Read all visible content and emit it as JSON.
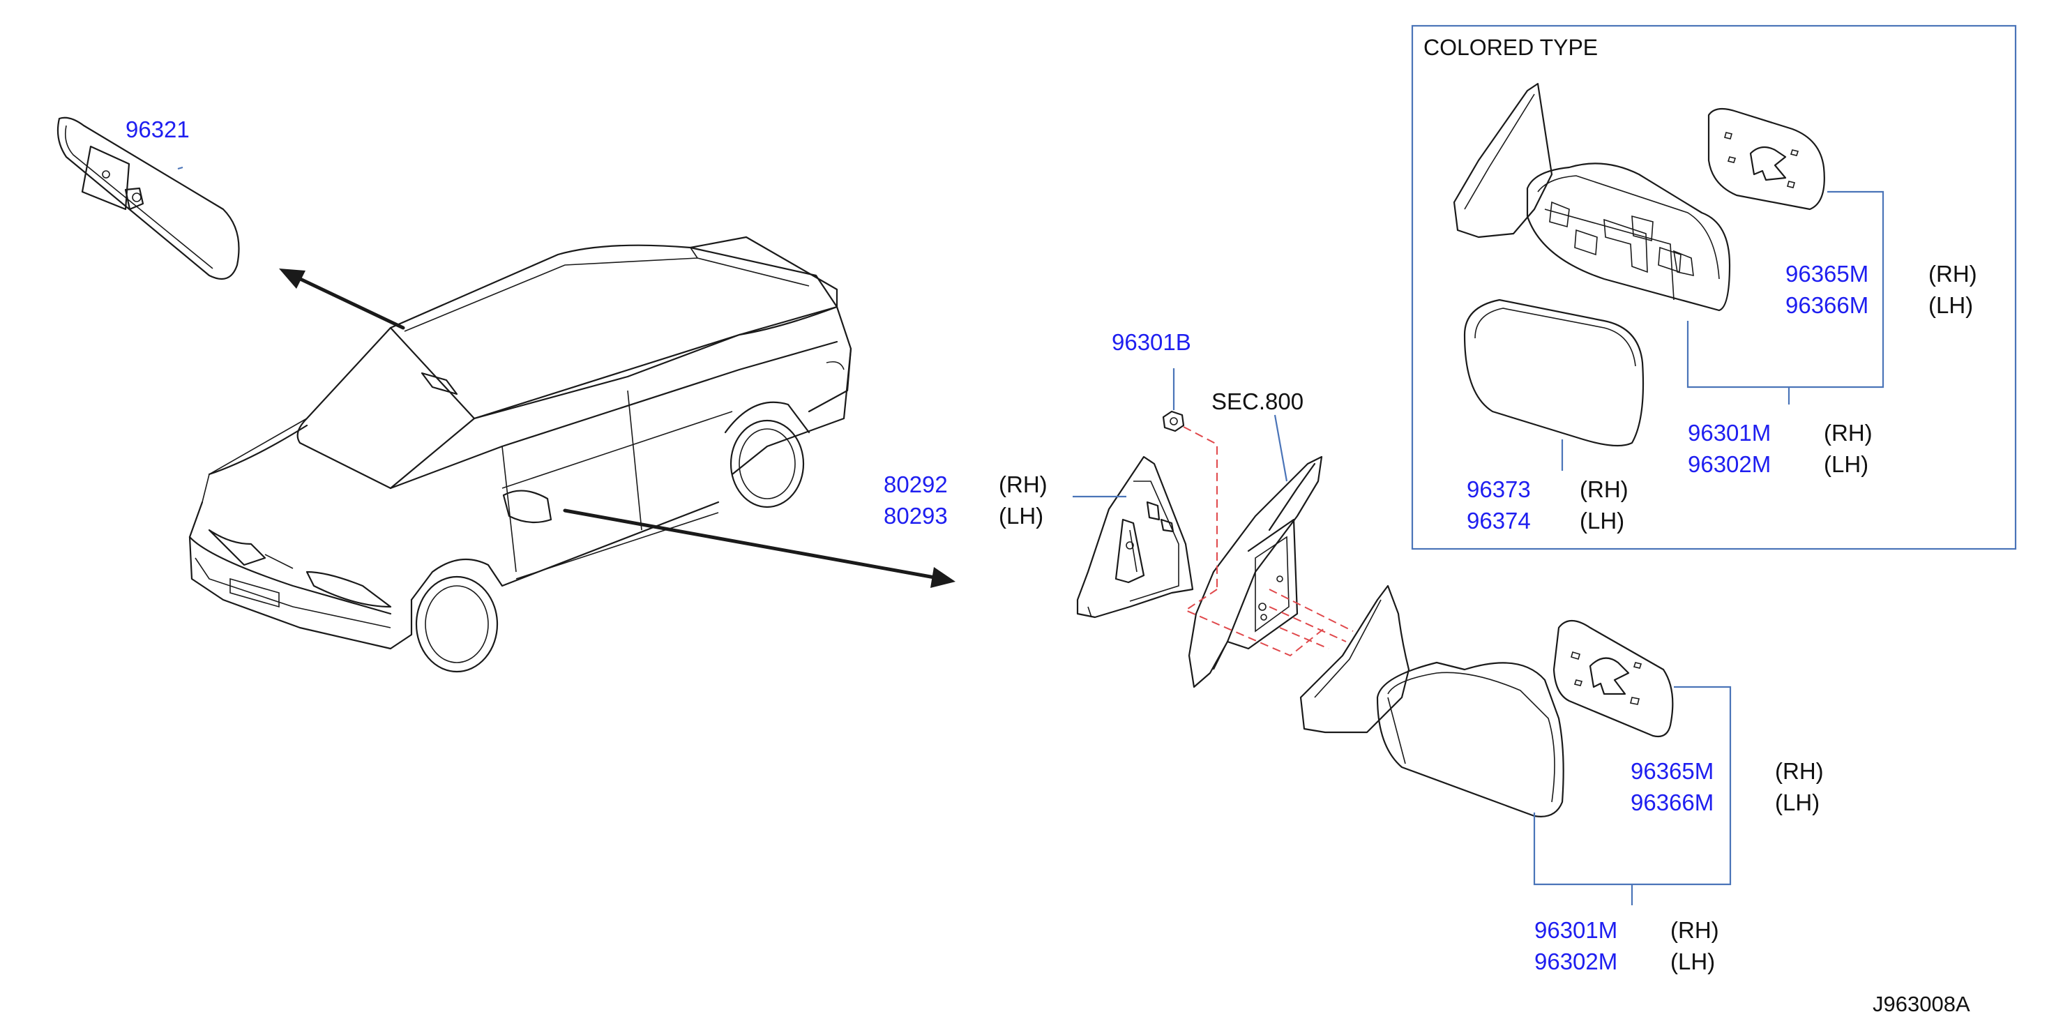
{
  "diagram_code": "J963008A",
  "inset": {
    "title": "COLORED  TYPE"
  },
  "labels": {
    "inner_mirror": "96321",
    "nut": "96301B",
    "section_ref": "SEC.800",
    "cover_rh": "80292",
    "cover_lh": "80293",
    "inset_glass_rh": "96365M",
    "inset_glass_lh": "96366M",
    "inset_assy_rh": "96301M",
    "inset_assy_lh": "96302M",
    "inset_cap_rh": "96373",
    "inset_cap_lh": "96374",
    "glass_rh": "96365M",
    "glass_lh": "96366M",
    "assy_rh": "96301M",
    "assy_lh": "96302M"
  },
  "sides": {
    "rh": "(RH)",
    "lh": "(LH)"
  },
  "colors": {
    "part_number": "#1e1ef0",
    "leader": "#4a74b8",
    "phantom": "#e0484b",
    "line": "#1a1a1a"
  }
}
